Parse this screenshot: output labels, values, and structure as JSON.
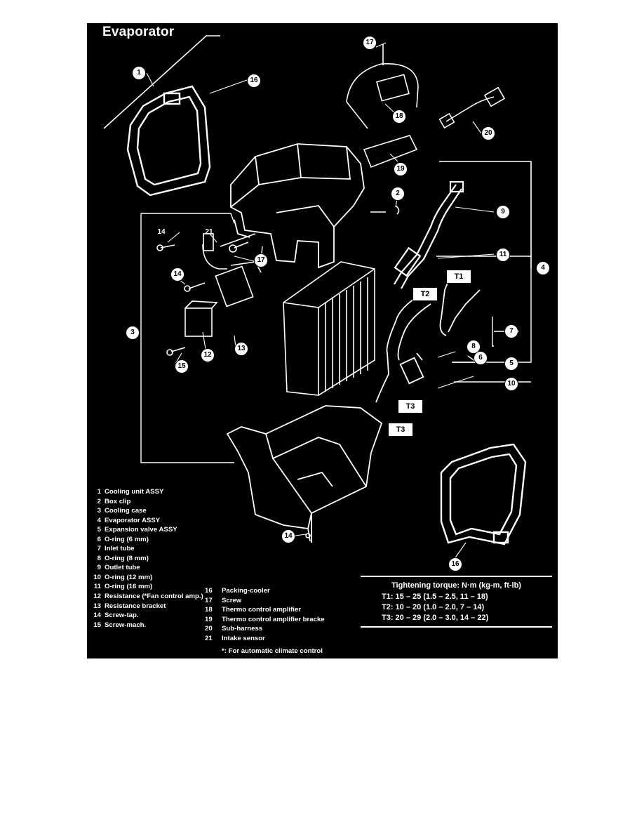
{
  "title": "Evaporator",
  "legend": [
    {
      "num": "1",
      "text": "Cooling unit ASSY"
    },
    {
      "num": "2",
      "text": "Box clip"
    },
    {
      "num": "3",
      "text": "Cooling case"
    },
    {
      "num": "4",
      "text": "Evaporator ASSY"
    },
    {
      "num": "5",
      "text": "Expansion valve ASSY"
    },
    {
      "num": "6",
      "text": "O-ring (6 mm)"
    },
    {
      "num": "7",
      "text": "Inlet tube"
    },
    {
      "num": "8",
      "text": "O-ring (8 mm)"
    },
    {
      "num": "9",
      "text": "Outlet tube"
    },
    {
      "num": "10",
      "text": "O-ring (12 mm)"
    },
    {
      "num": "11",
      "text": "O-ring (16 mm)"
    },
    {
      "num": "12",
      "text": "Resistance (*Fan control amp.)"
    },
    {
      "num": "13",
      "text": "Resistance bracket"
    },
    {
      "num": "14",
      "text": "Screw-tap."
    },
    {
      "num": "15",
      "text": "Screw-mach."
    },
    {
      "num": "16",
      "text": "Packing-cooler"
    },
    {
      "num": "17",
      "text": "Screw"
    },
    {
      "num": "18",
      "text": "Thermo control amplifier"
    },
    {
      "num": "19",
      "text": "Thermo control amplifier bracke"
    },
    {
      "num": "20",
      "text": "Sub-harness"
    },
    {
      "num": "21",
      "text": "Intake sensor"
    }
  ],
  "note": "*: For automatic climate control",
  "torque": {
    "heading": "Tightening torque: N·m (kg-m, ft-lb)",
    "rows": [
      "T1: 15 – 25 (1.5 – 2.5, 11 – 18)",
      "T2: 10 – 20 (1.0 – 2.0, 7 – 14)",
      "T3: 20 – 29 (2.0 – 3.0, 14 – 22)"
    ]
  },
  "callouts": {
    "c1": "1",
    "c2": "2",
    "c3": "3",
    "c4": "4",
    "c5": "5",
    "c6": "6",
    "c7": "7",
    "c8": "8",
    "c9": "9",
    "c10": "10",
    "c11": "11",
    "c12": "12",
    "c13": "13",
    "c14a": "14",
    "c14b": "14",
    "c14c": "14",
    "c15": "15",
    "c16a": "16",
    "c16b": "16",
    "c17a": "17",
    "c17b": "17",
    "c18": "18",
    "c19": "19",
    "c20": "20",
    "c21": "21"
  },
  "torque_tags": {
    "t1": "T1",
    "t2": "T2",
    "t3a": "T3",
    "t3b": "T3"
  },
  "colors": {
    "background": "#000000",
    "foreground": "#ffffff"
  }
}
